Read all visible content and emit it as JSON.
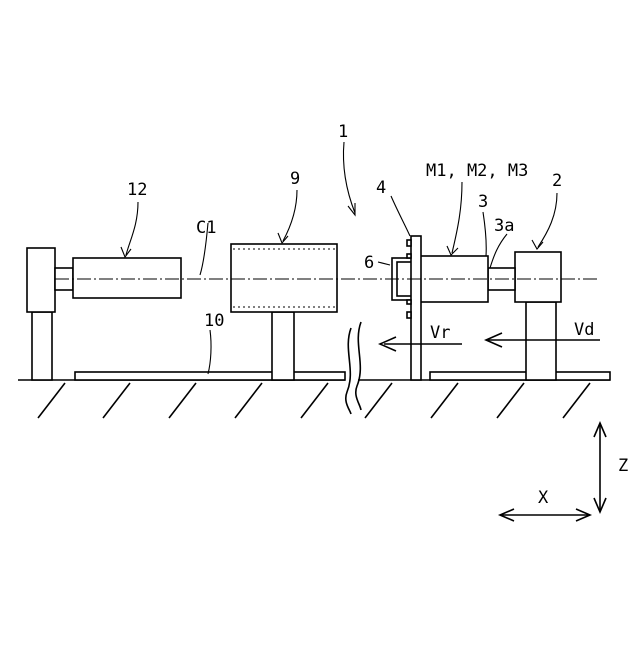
{
  "labels": {
    "apparatus": "1",
    "bearing_unit": "2",
    "shaft": "3",
    "shaft_end": "3a",
    "plate": "4",
    "hub": "6",
    "motor_cylinder": "9",
    "base": "10",
    "left_cylinder": "12",
    "axis": "C1",
    "markers": "M1, M2, M3",
    "velocity_r": "Vr",
    "velocity_d": "Vd",
    "axis_x": "X",
    "axis_z": "Z"
  }
}
